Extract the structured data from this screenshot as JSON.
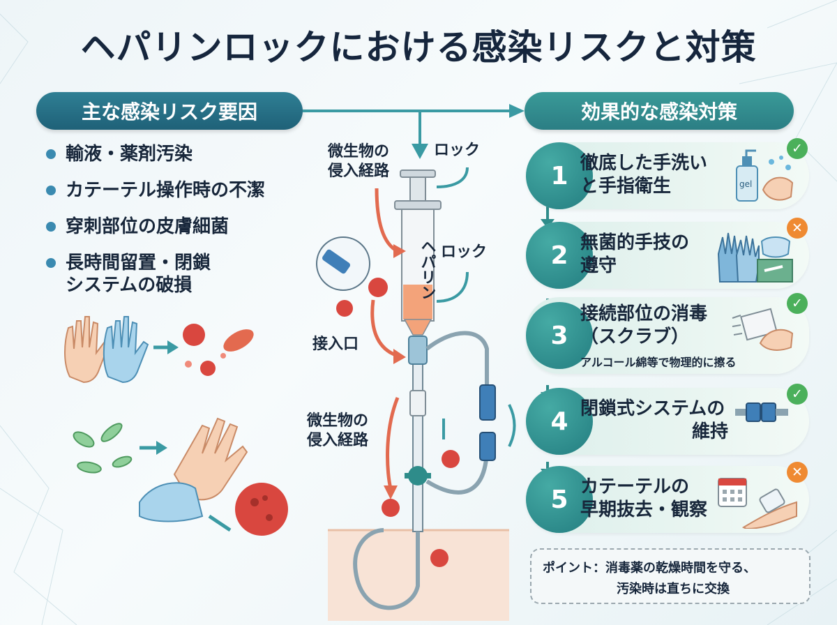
{
  "title": "ヘパリンロックにおける感染リスクと対策",
  "left_header": "主な感染リスク要因",
  "right_header": "効果的な感染対策",
  "risks": [
    {
      "line1": "輸液・薬剤汚染",
      "line2": ""
    },
    {
      "line1": "カテーテル操作時の不潔",
      "line2": ""
    },
    {
      "line1": "穿刺部位の皮膚細菌",
      "line2": ""
    },
    {
      "line1": "長時間留置・閉鎖",
      "line2": "システムの破損"
    }
  ],
  "diagram_labels": {
    "microbe_route_top": [
      "微生物の",
      "侵入経路"
    ],
    "lock_top": "ロック",
    "syringe_text": "ヘパリン",
    "lock_mid": "ロック",
    "port": "接入口",
    "microbe_route_bottom": [
      "微生物の",
      "侵入経路"
    ]
  },
  "steps": [
    {
      "num": "1",
      "line1": "徹底した手洗い",
      "line2": "と手指衛生",
      "sub": "",
      "badge": "ok",
      "badge_symbol": "✓",
      "icon": "hand-wash-icon",
      "icon_text": "gel"
    },
    {
      "num": "2",
      "line1": "無菌的手技の",
      "line2": "遵守",
      "sub": "",
      "badge": "ng",
      "badge_symbol": "✕",
      "icon": "gloves-mask-icon"
    },
    {
      "num": "3",
      "line1": "接続部位の消毒",
      "line2": "（スクラブ）",
      "sub": "アルコール綿等で物理的に擦る",
      "badge": "ok",
      "badge_symbol": "✓",
      "icon": "scrub-icon"
    },
    {
      "num": "4",
      "line1": "閉鎖式システムの",
      "line2": "維持",
      "sub": "",
      "badge": "ok",
      "badge_symbol": "✓",
      "icon": "closed-connector-icon"
    },
    {
      "num": "5",
      "line1": "カテーテルの",
      "line2": "早期抜去・観察",
      "sub": "",
      "badge": "ng",
      "badge_symbol": "✕",
      "icon": "calendar-arm-icon"
    }
  ],
  "point": {
    "line1": "ポイント：消毒薬の乾燥時間を守る、",
    "line2": "汚染時は直ちに交換"
  },
  "colors": {
    "teal_dark": "#237d80",
    "blue_header": "#1f6178",
    "ok_green": "#4bb05b",
    "ng_orange": "#ef8a32",
    "microbe_red": "#d9473f",
    "arrow_red": "#e26a4f",
    "arrow_teal": "#3a9aa3"
  }
}
